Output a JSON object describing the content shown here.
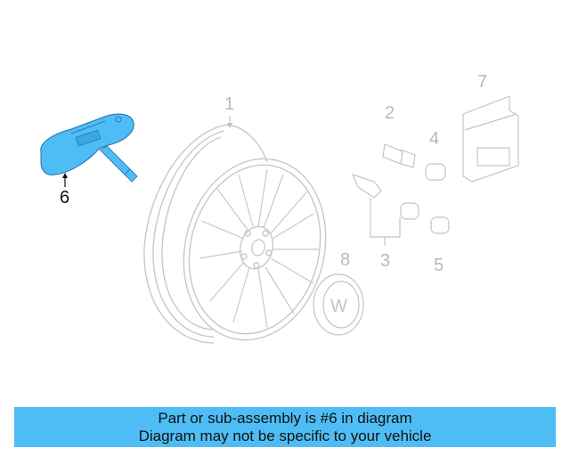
{
  "diagram": {
    "highlight_color": "#4fbdf5",
    "line_color": "#c4c4c4",
    "callouts": [
      {
        "num": "1",
        "part": "wheel"
      },
      {
        "num": "2",
        "part": "wheel-bolt"
      },
      {
        "num": "3",
        "part": "lock-bolt-set"
      },
      {
        "num": "4",
        "part": "bolt-cap"
      },
      {
        "num": "5",
        "part": "lock-cap"
      },
      {
        "num": "6",
        "part": "tire-pressure-sensor",
        "highlighted": true
      },
      {
        "num": "7",
        "part": "control-module"
      },
      {
        "num": "8",
        "part": "center-cap"
      }
    ]
  },
  "banner": {
    "line1": "Part or sub-assembly is #6 in diagram",
    "line2": "Diagram may not be specific to your vehicle",
    "background": "#4fbdf5"
  }
}
